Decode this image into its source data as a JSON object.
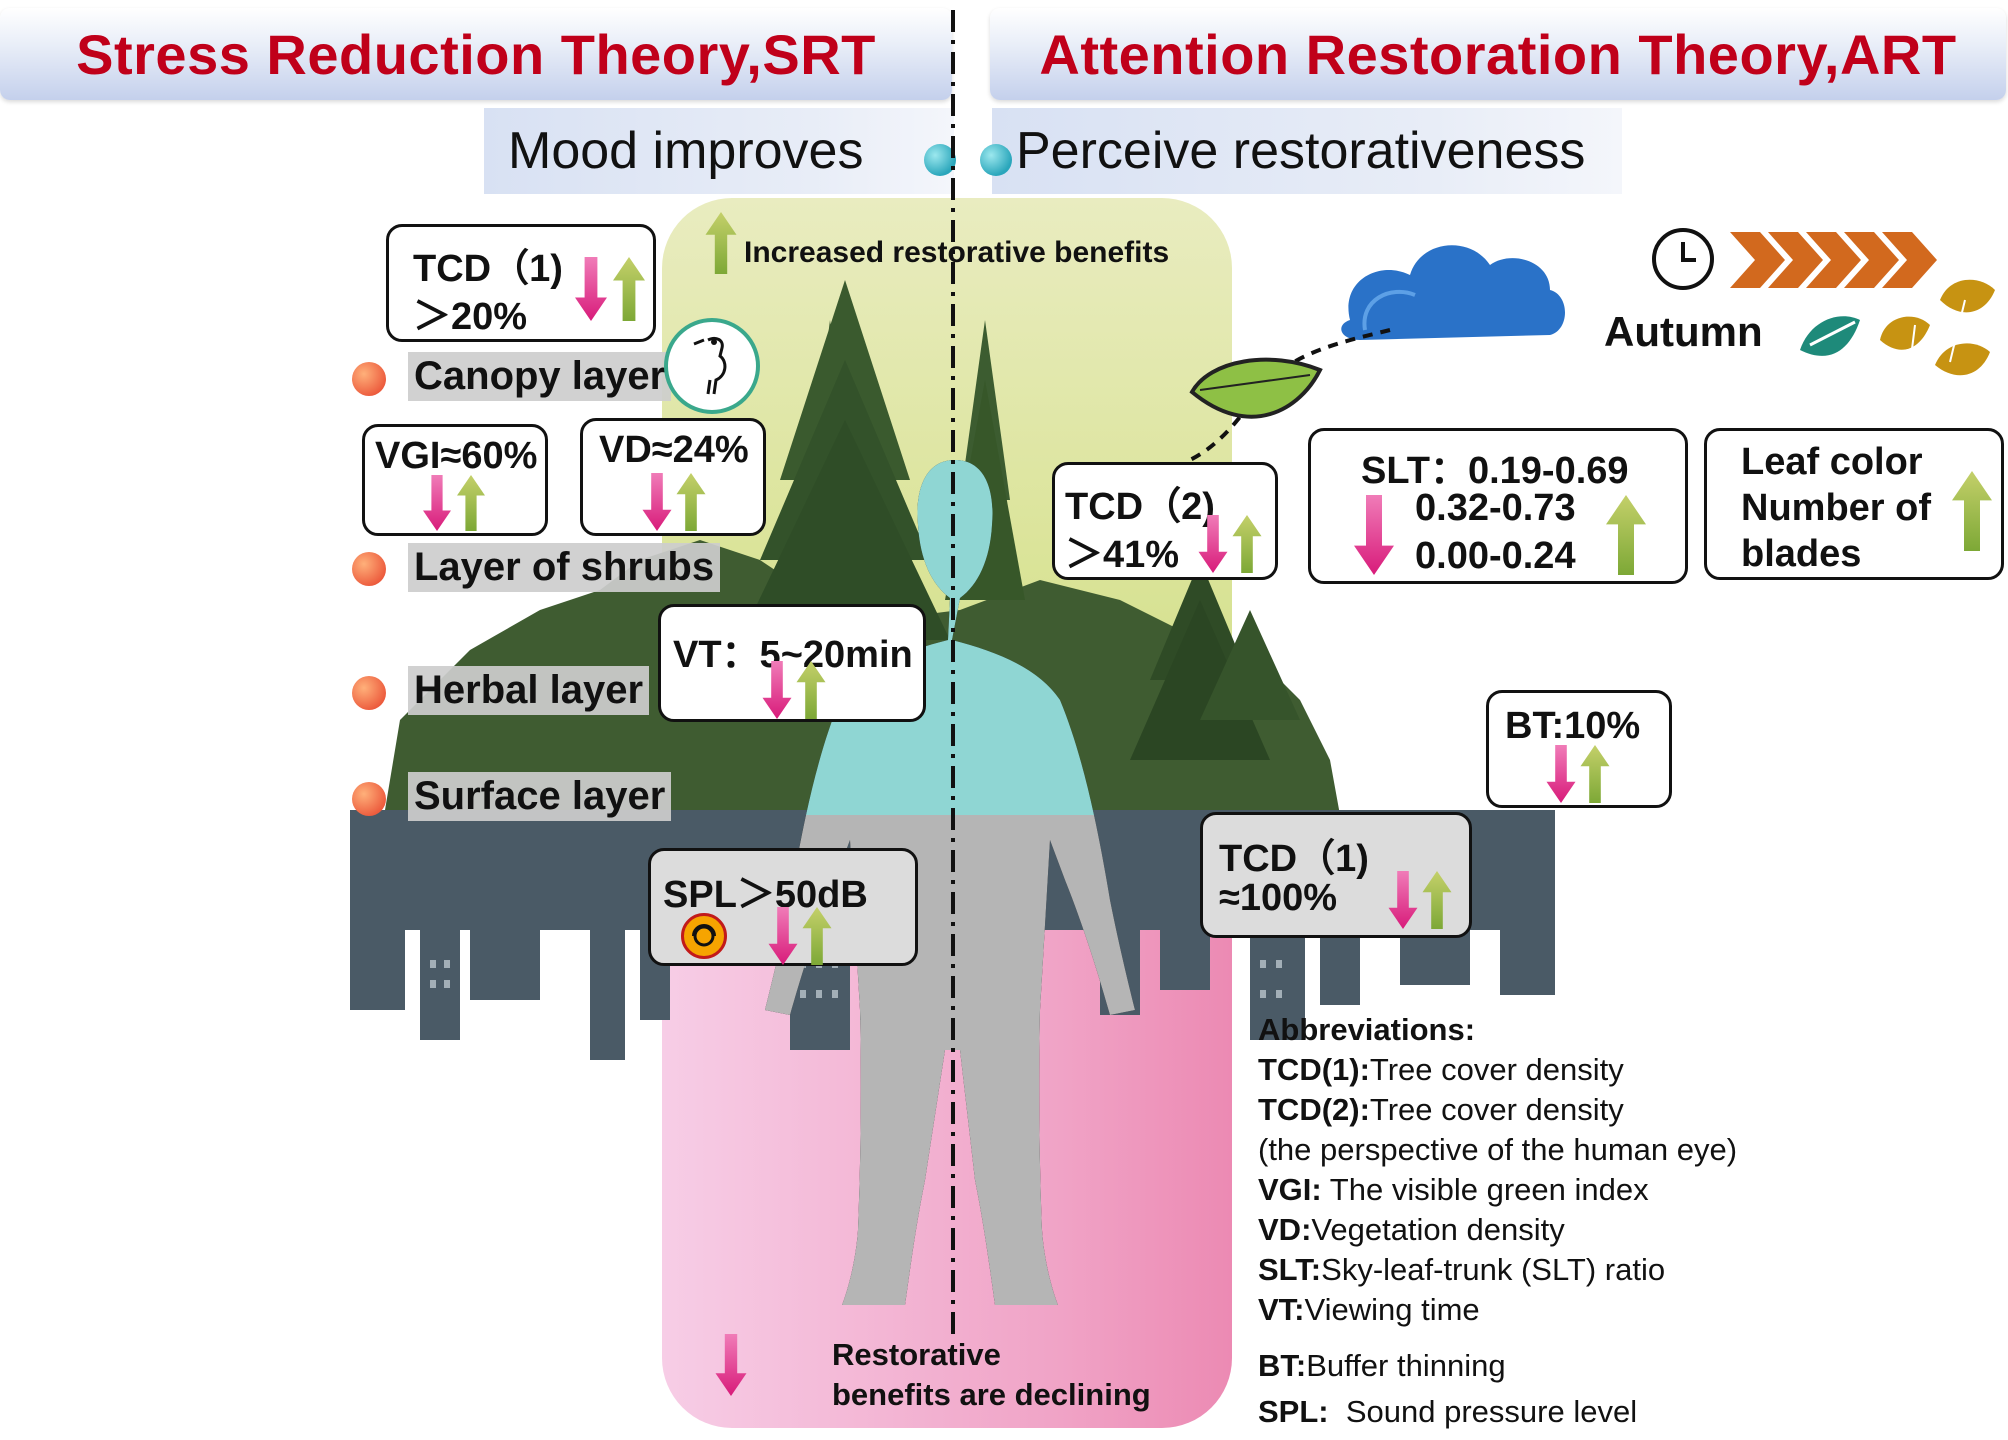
{
  "header": {
    "srt_title": "Stress Reduction Theory,SRT",
    "art_title": "Attention Restoration Theory,ART",
    "srt_sub": "Mood improves",
    "art_sub": "Perceive restorativeness"
  },
  "increased_label": "Increased restorative benefits",
  "declining_label_1": "Restorative",
  "declining_label_2": "benefits are declining",
  "layers": [
    "Canopy layer",
    "Layer of shrubs",
    "Herbal layer",
    "Surface layer"
  ],
  "boxes": {
    "tcd1_top": {
      "line1": "TCD（1)",
      "line2": "＞20%"
    },
    "vgi": "VGI≈60%",
    "vd": "VD≈24%",
    "vt": "VT：5~20min",
    "spl": "SPL＞50dB",
    "tcd2": {
      "line1": "TCD（2)",
      "line2": "＞41%"
    },
    "slt": {
      "line1": "SLT：0.19-0.69",
      "line2": "0.32-0.73",
      "line3": "0.00-0.24"
    },
    "leaf": {
      "line1": "Leaf color",
      "line2": "Number of",
      "line3": "blades"
    },
    "bt": "BT:10%",
    "tcd1_bottom": {
      "line1": "TCD（1)",
      "line2": "≈100%"
    }
  },
  "autumn_label": "Autumn",
  "abbreviations": {
    "title": "Abbreviations:",
    "items": [
      {
        "key": "TCD(1):",
        "text": "Tree cover density"
      },
      {
        "key": "TCD(2):",
        "text": "Tree cover density"
      },
      {
        "key": "",
        "text": "(the perspective of the human eye)"
      },
      {
        "key": "VGI:",
        "text": " The visible green index"
      },
      {
        "key": "VD:",
        "text": "Vegetation density"
      },
      {
        "key": "SLT:",
        "text": "Sky-leaf-trunk (SLT) ratio"
      },
      {
        "key": "VT:",
        "text": "Viewing time"
      },
      {
        "key": "BT:",
        "text": "Buffer thinning"
      },
      {
        "key": "SPL:",
        "text": "  Sound pressure level"
      }
    ]
  },
  "colors": {
    "title_red": "#c0001a",
    "arrow_down": "#e8348f",
    "arrow_up": "#8db33a",
    "body_teal": "#8fd6d3",
    "body_gray": "#b5b5b5",
    "city": "#4a5a66",
    "forest": "#3c5a2e",
    "top_panel": "#dfe8b0",
    "bottom_panel": "#f0b9d6",
    "cloud": "#2a72c8",
    "chevron": "#d2691e"
  },
  "icons": [
    "bird-icon",
    "noise-icon",
    "clock-icon",
    "cloud-icon",
    "leaf-icon",
    "autumn-leaves-icon",
    "chevron-arrows-icon"
  ]
}
